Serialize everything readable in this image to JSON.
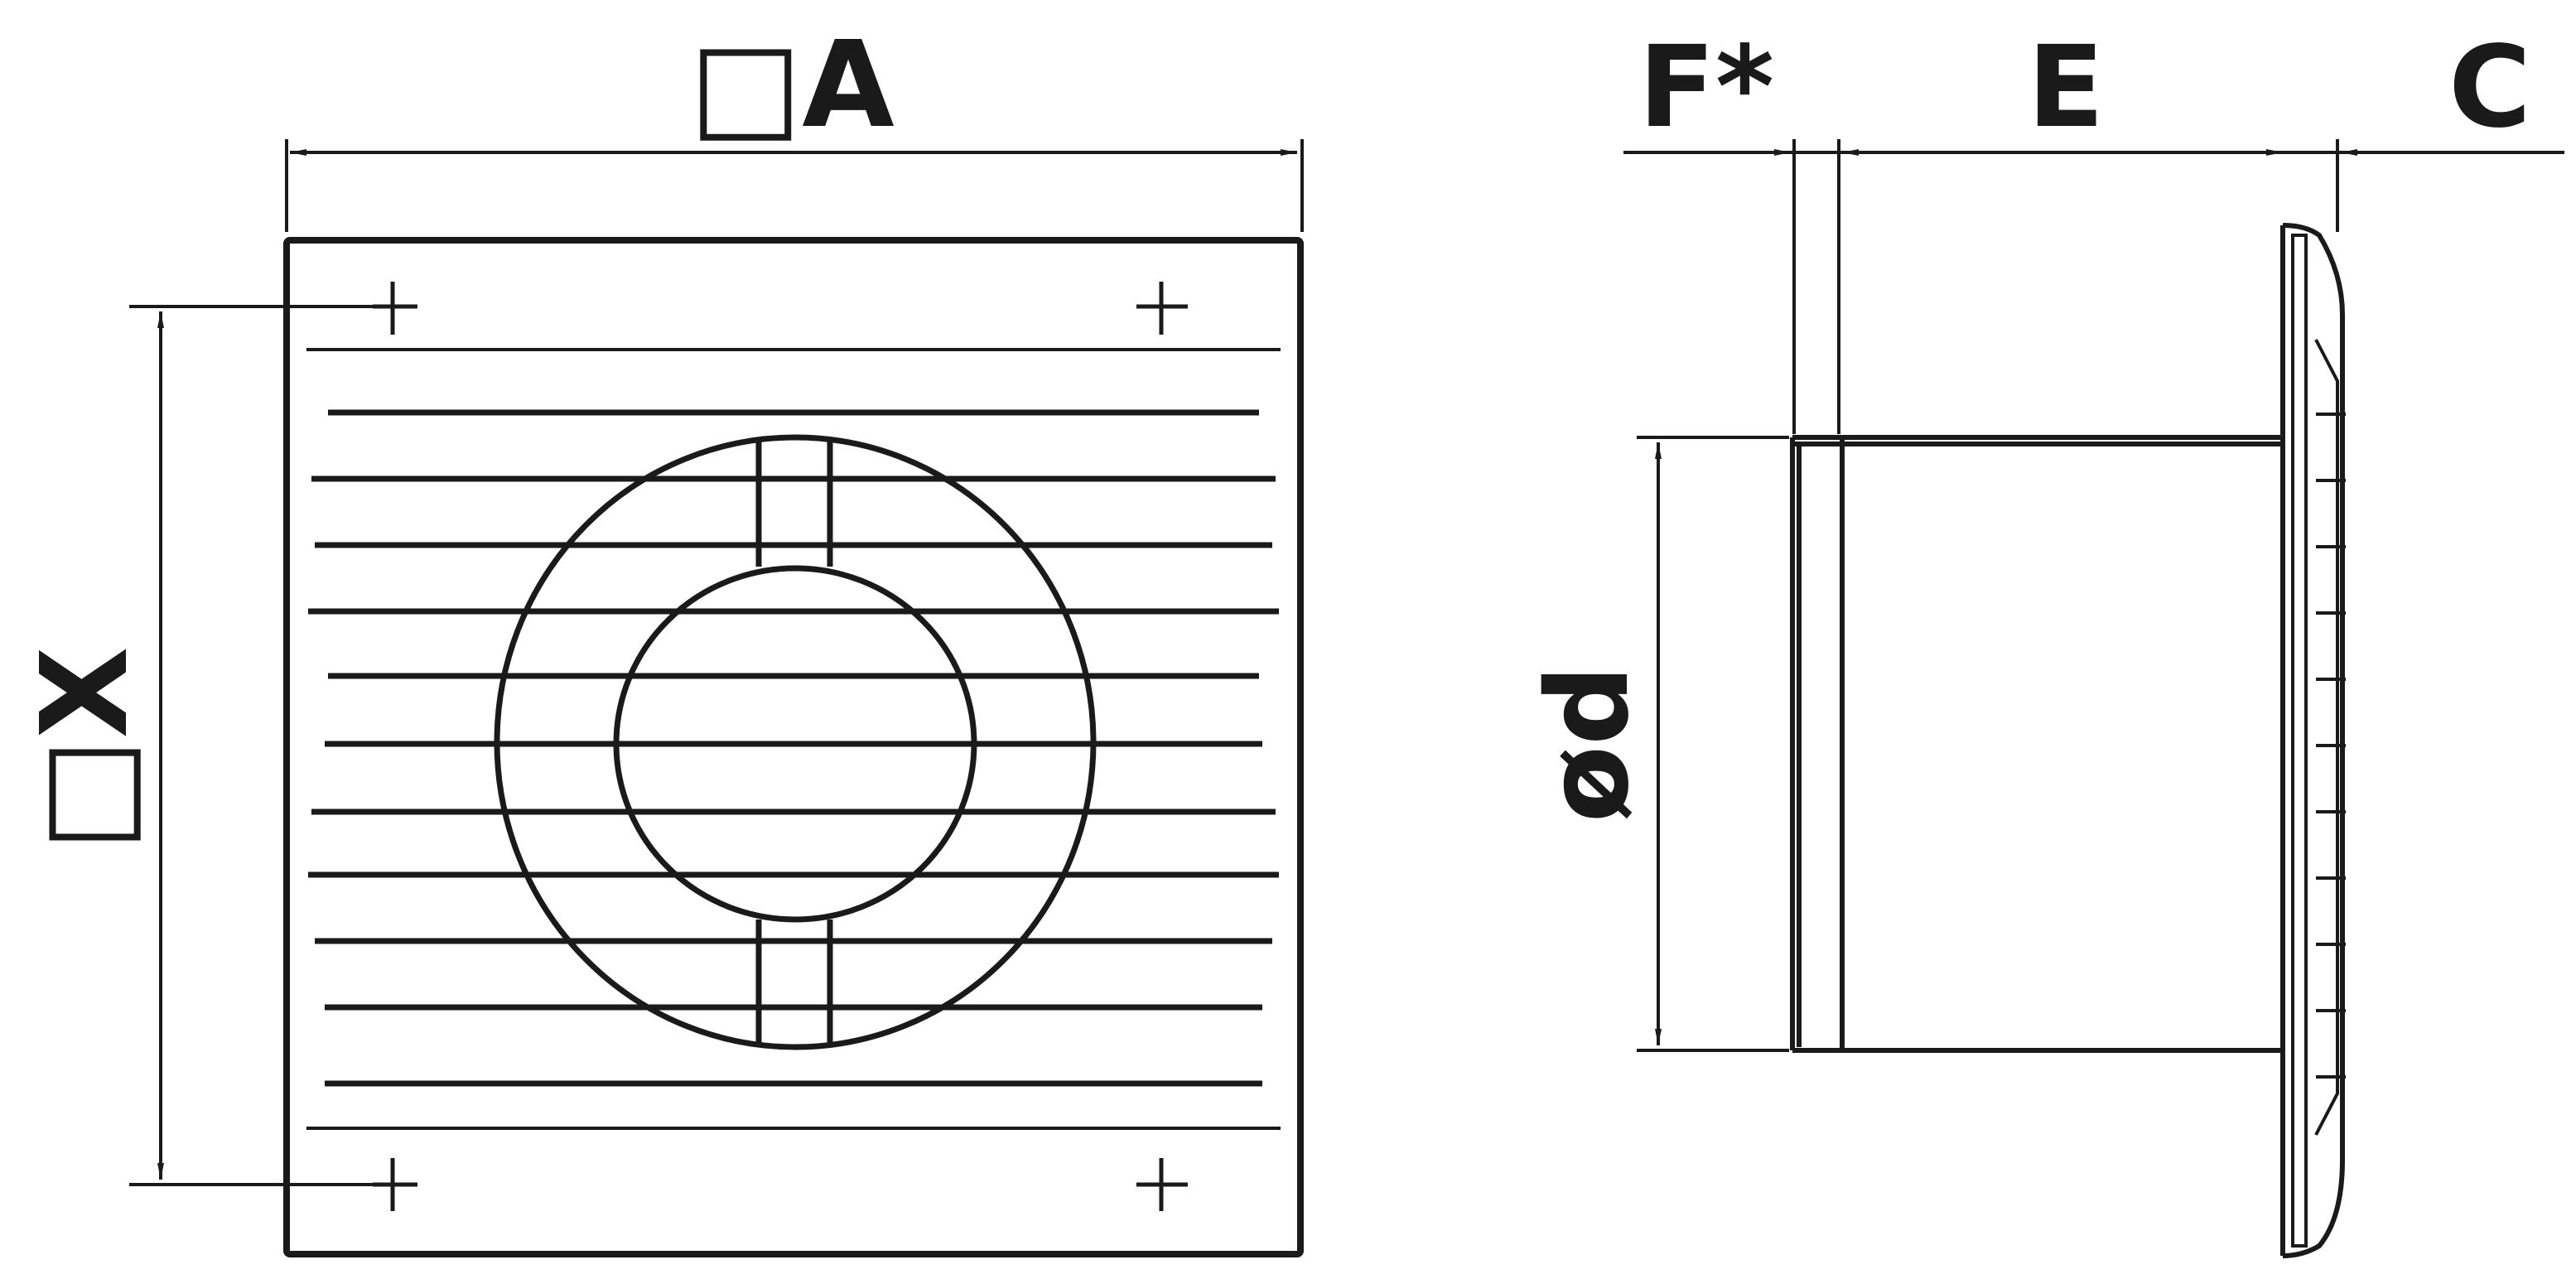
{
  "front_view": {
    "width_label": "□A",
    "height_label": "□X"
  },
  "side_view": {
    "labels": {
      "f": "F*",
      "e": "E",
      "c": "C",
      "diameter": "ød"
    }
  },
  "colors": {
    "line": "#1a1a1a",
    "background": "#ffffff"
  }
}
